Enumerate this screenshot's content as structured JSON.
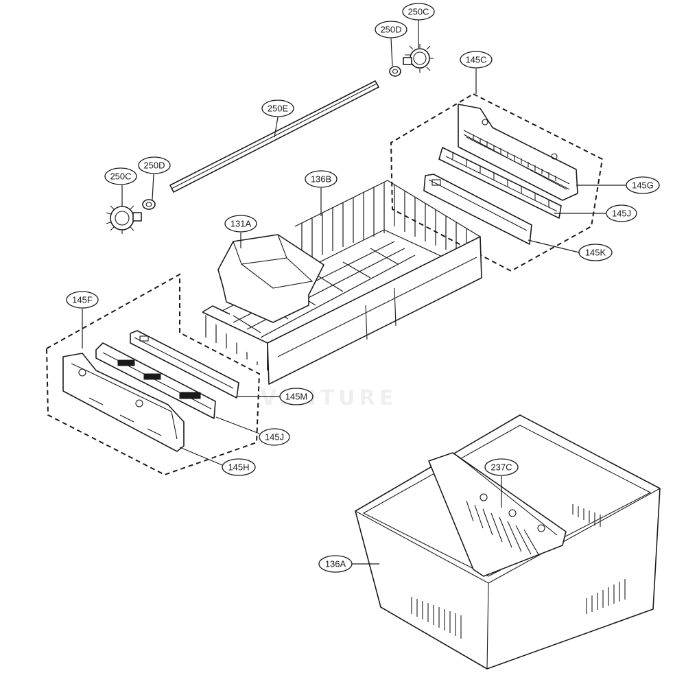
{
  "watermark": "VENTURE",
  "callouts": [
    {
      "id": "c-250C-top",
      "text": "250C"
    },
    {
      "id": "c-250D-top",
      "text": "250D"
    },
    {
      "id": "c-145C",
      "text": "145C"
    },
    {
      "id": "c-250E",
      "text": "250E"
    },
    {
      "id": "c-250D-left",
      "text": "250D"
    },
    {
      "id": "c-250C-left",
      "text": "250C"
    },
    {
      "id": "c-136B",
      "text": "136B"
    },
    {
      "id": "c-145G",
      "text": "145G"
    },
    {
      "id": "c-145J-right",
      "text": "145J"
    },
    {
      "id": "c-131A",
      "text": "131A"
    },
    {
      "id": "c-145K",
      "text": "145K"
    },
    {
      "id": "c-145F",
      "text": "145F"
    },
    {
      "id": "c-145M",
      "text": "145M"
    },
    {
      "id": "c-145J-left",
      "text": "145J"
    },
    {
      "id": "c-145H",
      "text": "145H"
    },
    {
      "id": "c-237C",
      "text": "237C"
    },
    {
      "id": "c-136A",
      "text": "136A"
    }
  ]
}
